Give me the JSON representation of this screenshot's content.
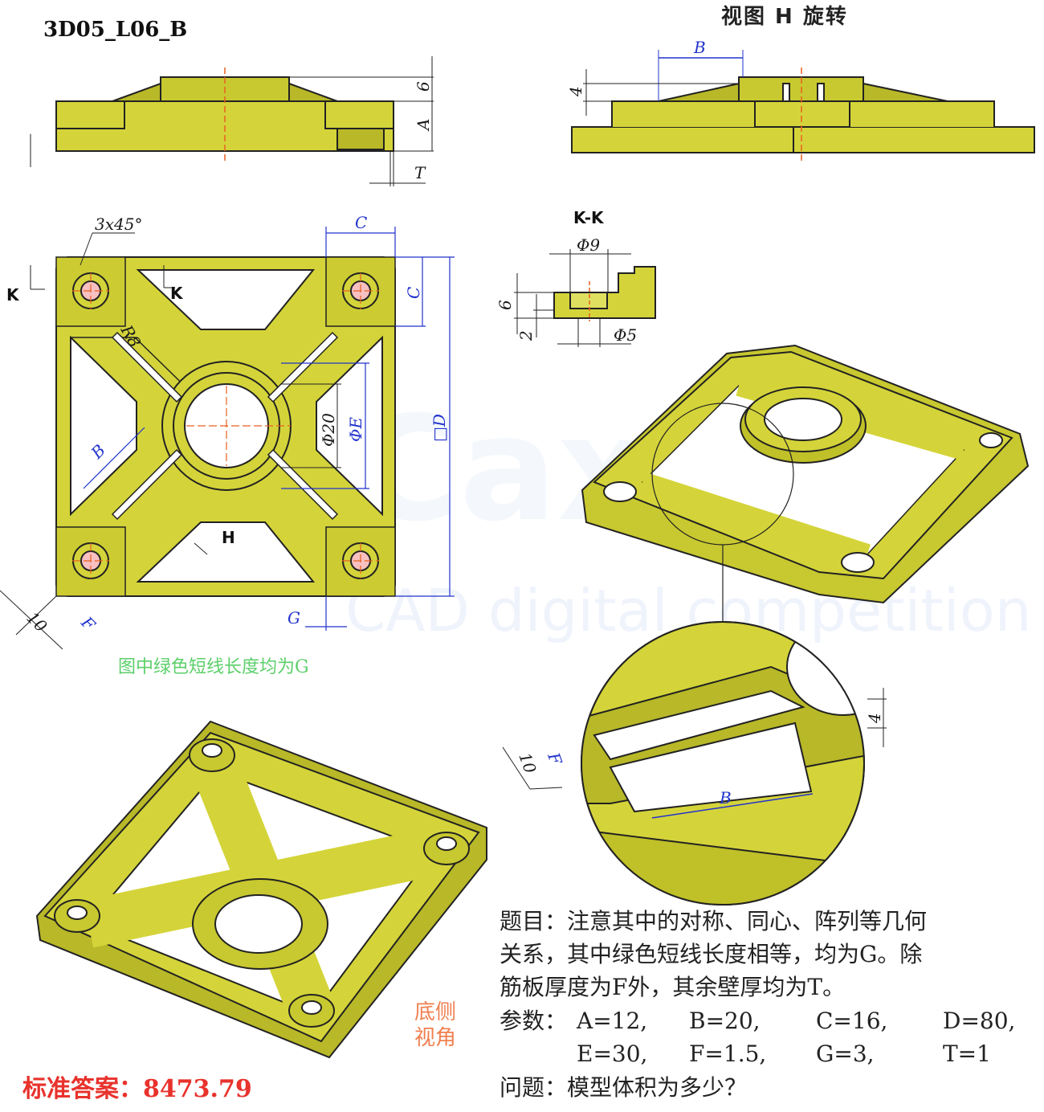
{
  "header": {
    "model_code": "3D05_L06_B",
    "rotated_view_title": "视图 H 旋转"
  },
  "watermark": {
    "brand": "Caxtis",
    "subtitle": "CAD digital competition"
  },
  "views": {
    "front": {
      "dims": {
        "six": "6",
        "a": "A",
        "t": "T"
      }
    },
    "rotated": {
      "dims": {
        "b": "B",
        "four": "4"
      }
    },
    "top": {
      "chamfer": "3x45°",
      "section_mark": "K",
      "view_mark": "H",
      "dims": {
        "c_top": "C",
        "c_side": "C",
        "d": "□D",
        "phi20": "Φ20",
        "phiE": "ΦE",
        "r8": "R8",
        "b": "B",
        "ten": "10",
        "f": "F",
        "g": "G"
      }
    },
    "section": {
      "title": "K-K",
      "dims": {
        "phi9": "Φ9",
        "phi5": "Φ5",
        "six": "6",
        "two": "2"
      }
    },
    "detail": {
      "dims": {
        "four": "4",
        "ten": "10",
        "f": "F",
        "b": "B"
      }
    },
    "bottom_view_label": "底侧视角"
  },
  "note_green": "图中绿色短线长度均为G",
  "answer": {
    "label": "标准答案：",
    "value": "8473.79"
  },
  "question": {
    "lines": [
      "题目：注意其中的对称、同心、阵列等几何",
      "关系，其中绿色短线长度相等，均为G。除",
      "筋板厚度为F外，其余壁厚均为T。"
    ],
    "params_label": "参数：",
    "params": [
      "A=12,",
      "B=20,",
      "C=16,",
      "D=80,",
      "E=30,",
      "F=1.5,",
      "G=3,",
      "T=1"
    ],
    "ask": "问题：模型体积为多少？"
  },
  "colors": {
    "part": "#d4d43a",
    "part_dark": "#a8a820",
    "dim_blue": "#2233cc",
    "center": "#e86020"
  }
}
